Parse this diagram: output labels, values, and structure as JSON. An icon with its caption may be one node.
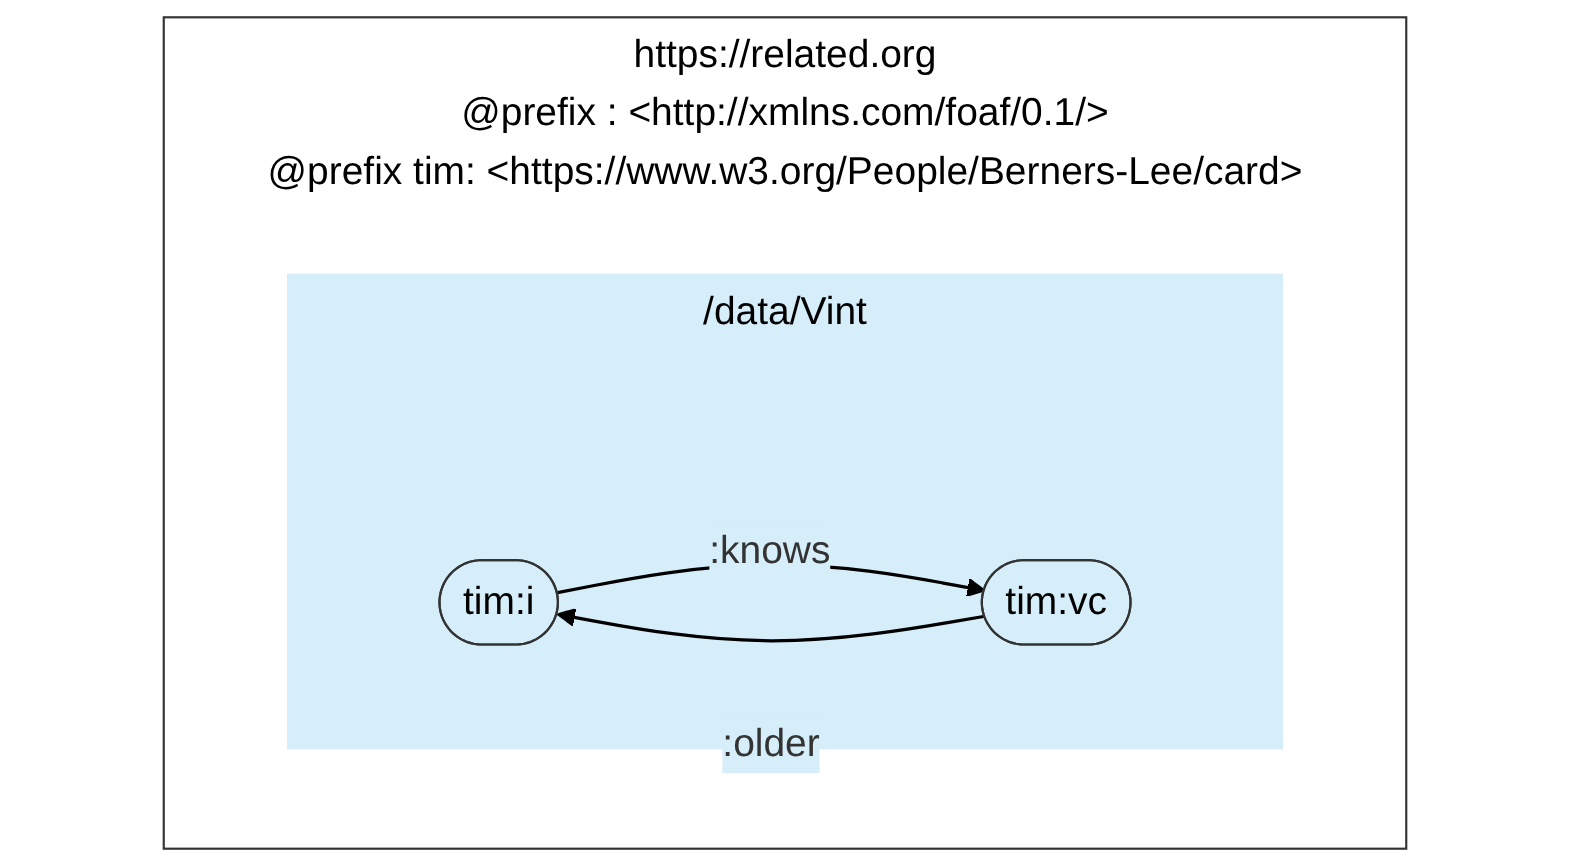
{
  "diagram": {
    "nodes": [
      {
        "text": [
          "https://related.org",
          "@prefix : <http://xmlns.com/foaf/0.1/>",
          "@prefix tim: <https://www.w3.org/People/Berners-Lee/card>"
        ]
      },
      {
        "text": [
          "/data/Vint"
        ],
        "in": 0
      },
      {
        "text": [
          "tim:i"
        ],
        "in": 1
      },
      {
        "text": [
          "tim:vc"
        ],
        "in": 1
      }
    ],
    "edges": [
      {
        "from": 3,
        "to": 2,
        "arrow": "to",
        "label": ":older"
      },
      {
        "from": 2,
        "to": 3,
        "arrow": "to",
        "label": ":knows"
      }
    ]
  }
}
